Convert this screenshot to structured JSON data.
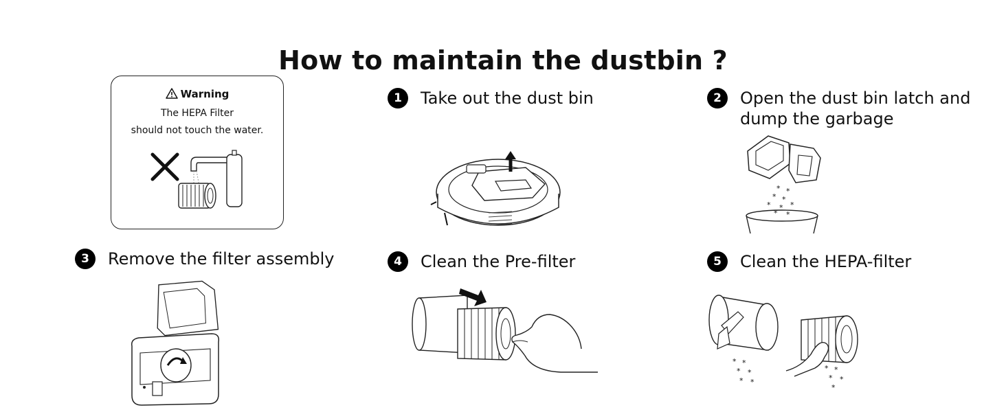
{
  "title": "How to maintain the dustbin ?",
  "warning": {
    "heading": "Warning",
    "line1": "The HEPA Filter",
    "line2": "should not touch the water."
  },
  "steps": [
    {
      "num": "1",
      "label_line1": "Take out the dust bin"
    },
    {
      "num": "2",
      "label_line1": "Open the dust bin latch and",
      "label_line2": "dump the garbage"
    },
    {
      "num": "3",
      "label_line1": "Remove the filter assembly"
    },
    {
      "num": "4",
      "label_line1": "Clean the Pre-filter"
    },
    {
      "num": "5",
      "label_line1": "Clean the HEPA-filter"
    }
  ],
  "icons": [
    "warning-triangle-icon",
    "cross-icon"
  ]
}
